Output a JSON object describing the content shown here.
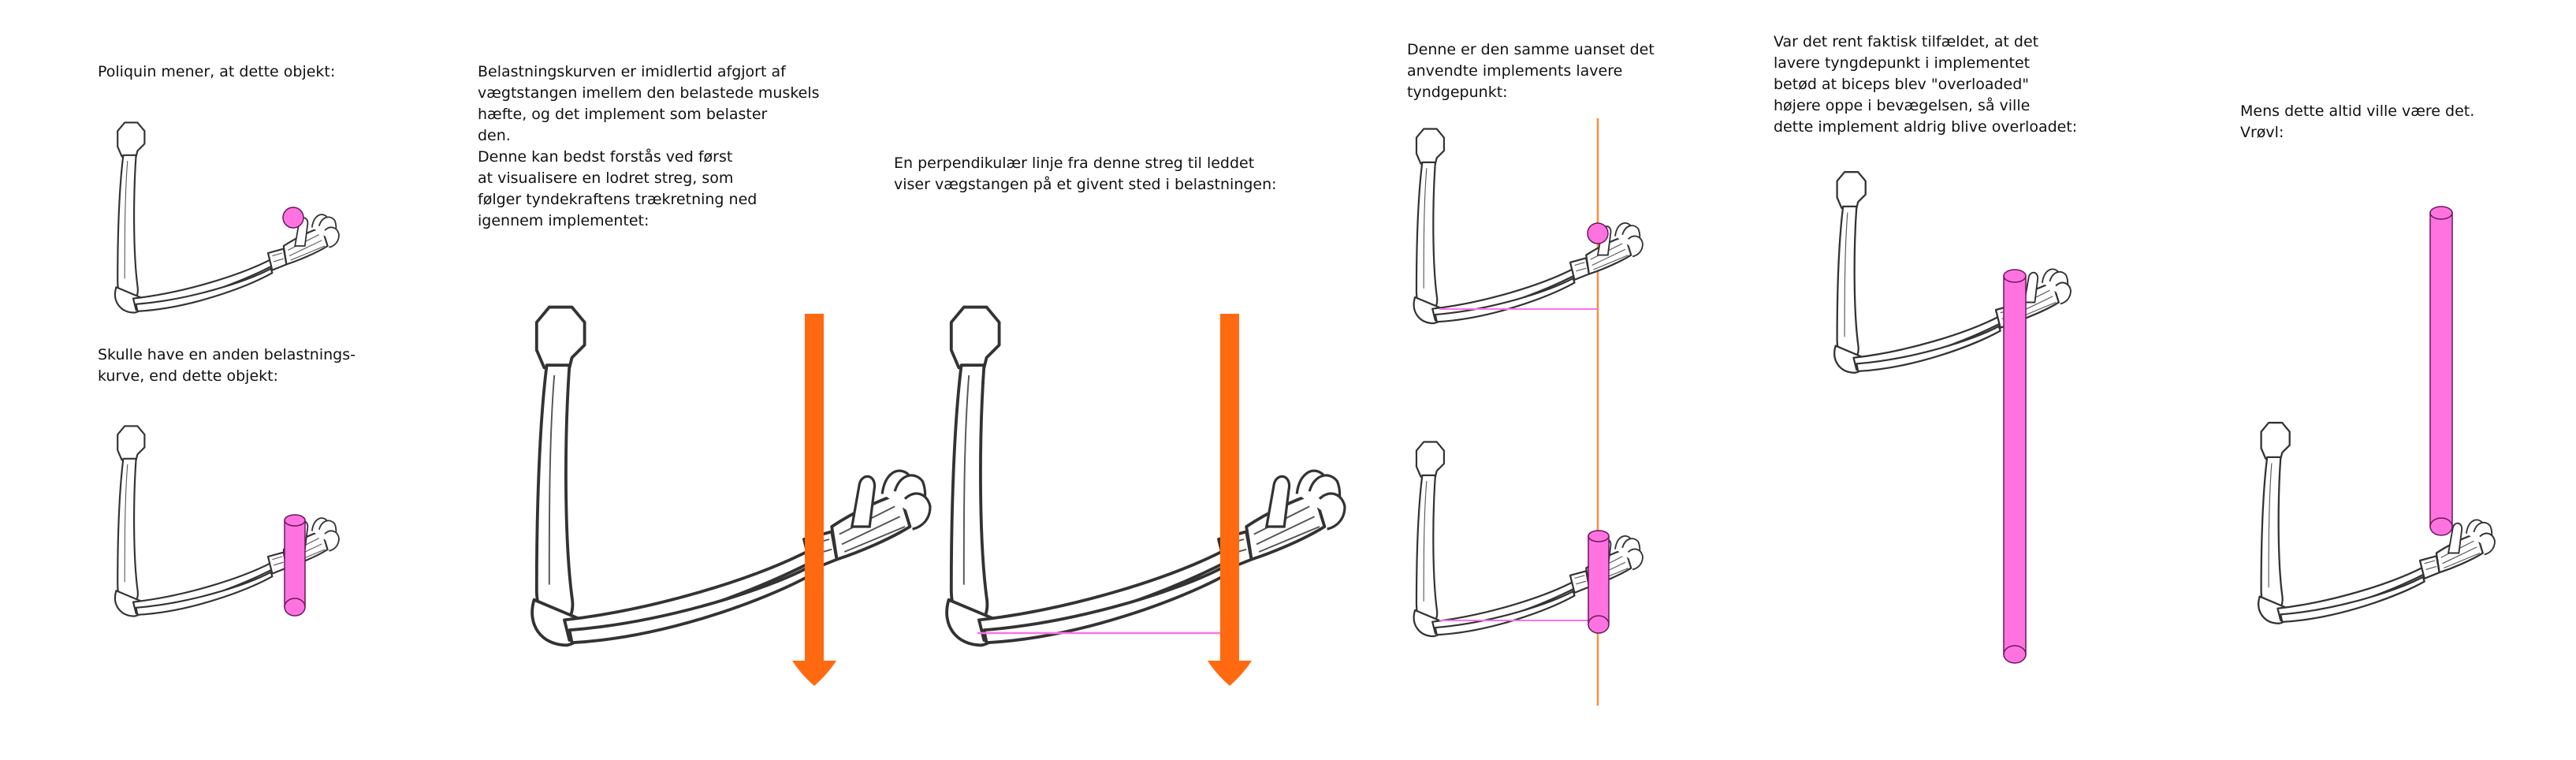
{
  "colors": {
    "implement": "#ff73e0",
    "implement_outline": "#6a1660",
    "gravity_arrow": "#ff6a10",
    "gravity_line": "#ff8c3a",
    "moment_arm": "#ff73e0",
    "bone_stroke": "#333333"
  },
  "panels": [
    {
      "id": "p1a",
      "caption": [
        "Poliquin mener, at dette objekt:"
      ],
      "implement": "ball"
    },
    {
      "id": "p1b",
      "caption": [
        "Skulle have en anden belastnings-",
        "kurve, end dette objekt:"
      ],
      "implement": "short-bar"
    },
    {
      "id": "p2",
      "caption": [
        "Belastningskurven er imidlertid afgjort af",
        "vægtstangen imellem den belastede muskels",
        "hæfte, og det implement som belaster",
        "den.",
        "Denne kan bedst forstås ved først",
        "at visualisere en lodret streg, som",
        "følger tyndekraftens trækretning ned",
        "igennem  implementet:"
      ],
      "implement": "gravity-arrow"
    },
    {
      "id": "p3",
      "caption": [
        "En perpendikulær linje fra denne streg til leddet",
        "viser vægstangen på et givent sted i belastningen:"
      ],
      "implement": "gravity-arrow-with-moment-arm"
    },
    {
      "id": "p4",
      "caption": [
        "Denne er den samme uanset det",
        "anvendte implements lavere",
        "tyndgepunkt:"
      ],
      "implement": "ball-and-bar-with-line"
    },
    {
      "id": "p5",
      "caption": [
        "Var det rent faktisk tilfældet, at det",
        "lavere tyngdepunkt i implementet",
        "betød at biceps blev \"overloaded\"",
        "højere oppe i bevægelsen, så ville",
        "dette implement aldrig blive overloadet:"
      ],
      "implement": "long-bar-down"
    },
    {
      "id": "p6",
      "caption": [
        "Mens dette altid ville være det.",
        "Vrøvl:"
      ],
      "implement": "long-bar-up"
    }
  ]
}
